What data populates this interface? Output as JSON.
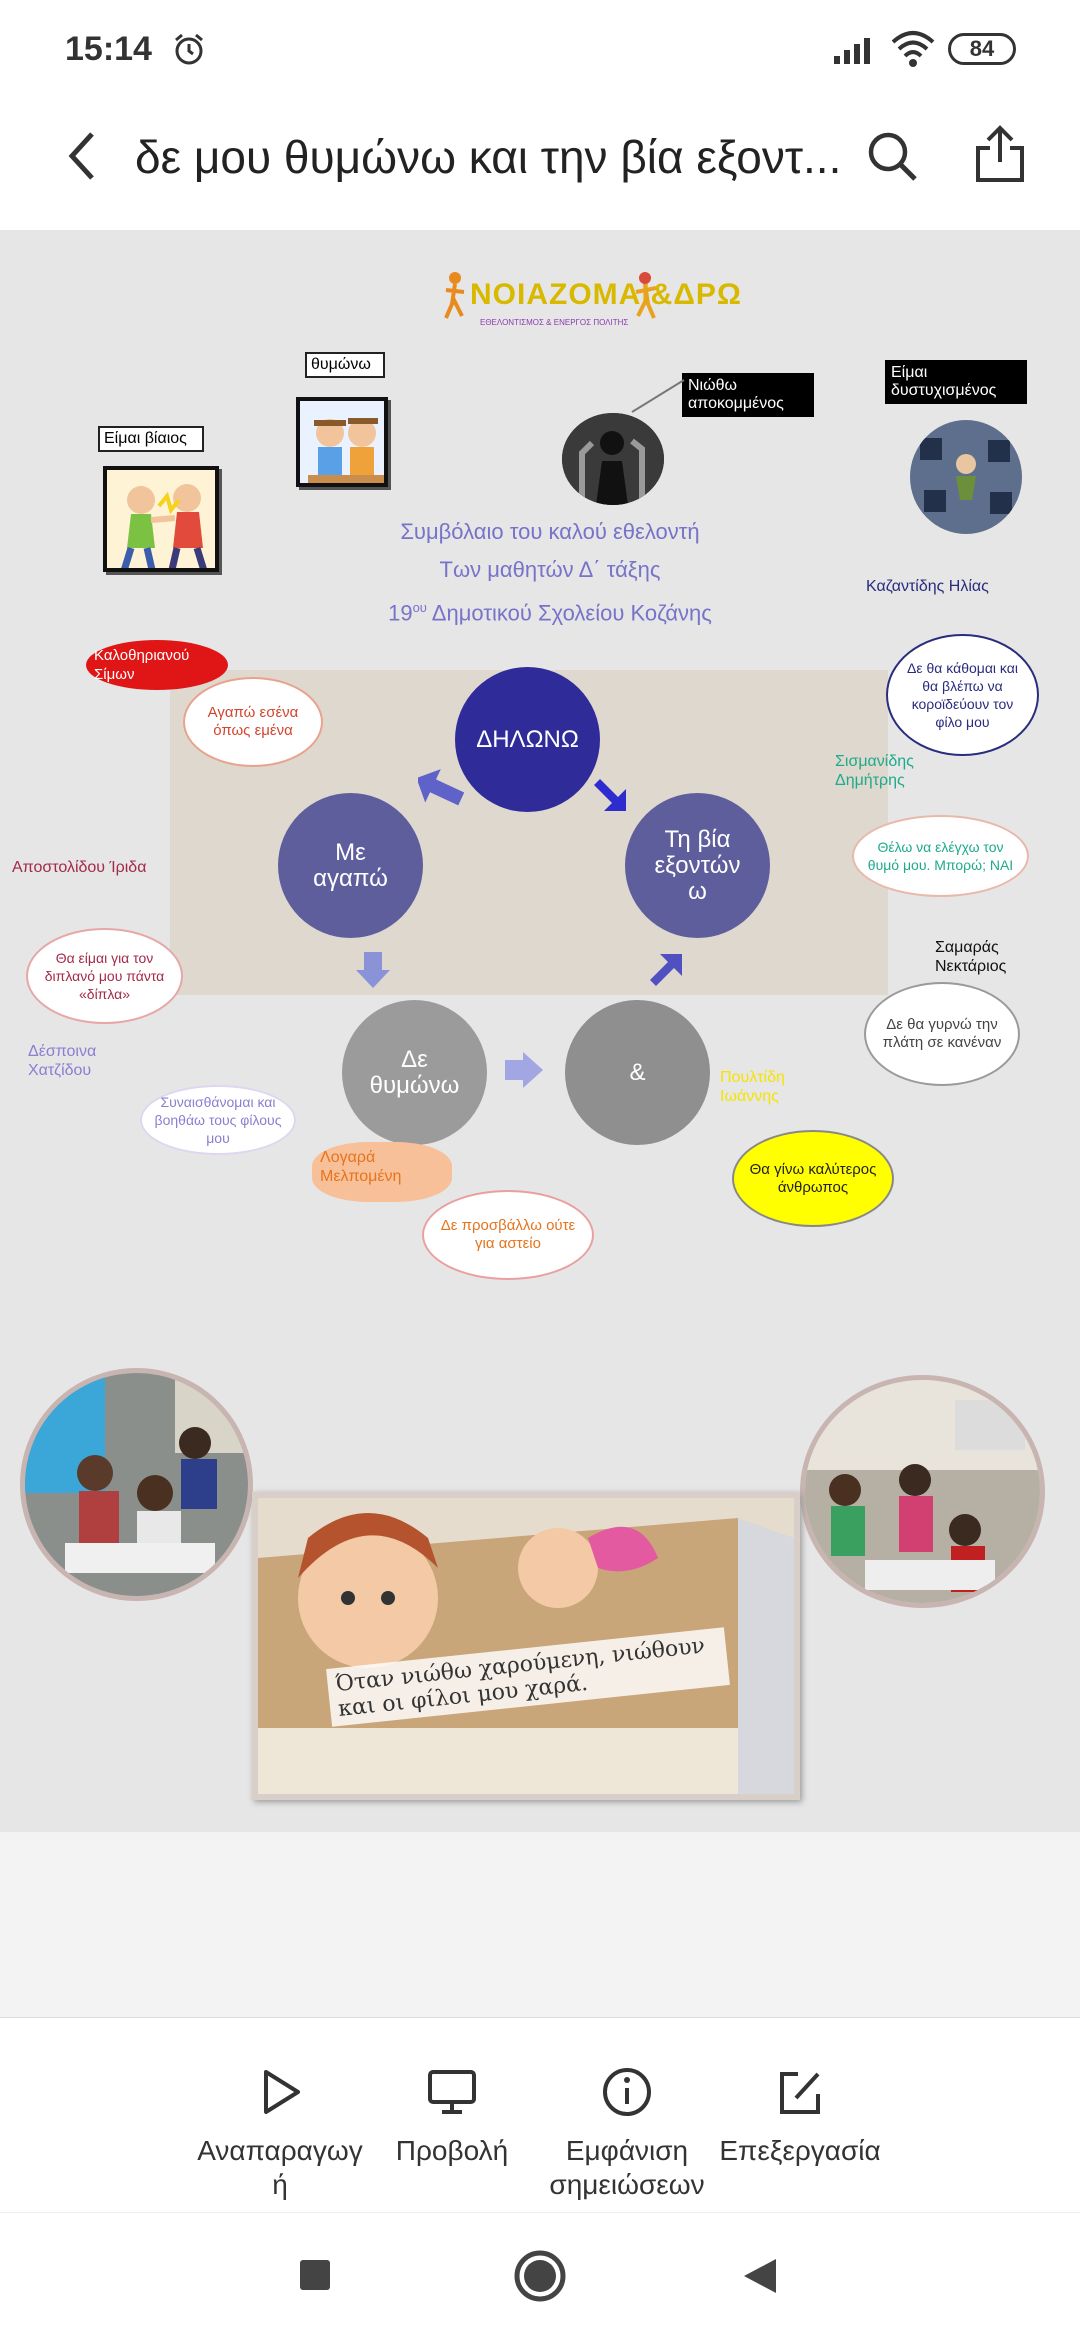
{
  "status": {
    "time": "15:14",
    "battery": "84"
  },
  "header": {
    "title": "δε μου θυμώνω και την βία εξοντ..."
  },
  "slide": {
    "logo": {
      "text": "ΝΟΙΑΖΟΜΑΙ&ΔΡΩ",
      "subtitle": "ΕΘΕΛΟΝΤΙΣΜΟΣ & ΕΝΕΡΓΟΣ ΠΟΛΙΤΗΣ"
    },
    "labels": {
      "violent": "Είμαι βίαιος",
      "angry": "θυμώνω",
      "isolated": "Νιώθω αποκομμένος",
      "unhappy": "Είμαι δυστυχισμένος"
    },
    "contract": {
      "line1": "Συμβόλαιο του καλού εθελοντή",
      "line2": "Των μαθητών Δ΄ τάξης",
      "line3_num": "19",
      "line3_sup": "ου",
      "line3_rest": " Δημοτικού Σχολείου Κοζάνης"
    },
    "cycle": {
      "declare": "ΔΗΛΩΝΩ",
      "love": "Με αγαπώ",
      "violence": "Τη βία εξοντών ω",
      "angry": "Δε θυμώνω",
      "and": "&"
    },
    "names": {
      "kalo": "Καλοθηριανού Σίμων",
      "kazant": "Καζαντίδης Ηλίας",
      "sism": "Σισμανίδης Δημήτρης",
      "samaras": "Σαμαράς Νεκτάριος",
      "apost": "Αποστολίδου Ίριδα",
      "despoina": "Δέσποινα Χατζίδου",
      "logara": "Λογαρά Μελπομένη",
      "yellow": "Πουλτίδη Ιωάννης"
    },
    "bubbles": {
      "love_you": "Αγαπώ εσένα όπως εμένα",
      "kazant": "Δε θα κάθομαι και θα βλέπω να κοροϊδεύουν τον φίλο μου",
      "sism": "Θέλω να ελέγχω τον θυμό μου. Μπορώ; ΝΑΙ",
      "samaras": "Δε θα γυρνώ την πλάτη σε κανέναν",
      "apost": "Θα είμαι για τον διπλανό μου πάντα «δίπλα»",
      "despoina": "Συναισθάνομαι και βοηθάω τους φίλους μου",
      "logara": "Δε προσβάλλω ούτε για αστείο",
      "yellow": "Θα γίνω καλύτερος άνθρωπος"
    },
    "box_text": "Όταν νιώθω χαρούμενη, νιώθουν και οι φίλοι μου χαρά."
  },
  "toolbar": {
    "play": "Αναπαραγωγ ή",
    "view": "Προβολή",
    "notes": "Εμφάνιση σημειώσεων",
    "edit": "Επεξεργασία"
  }
}
